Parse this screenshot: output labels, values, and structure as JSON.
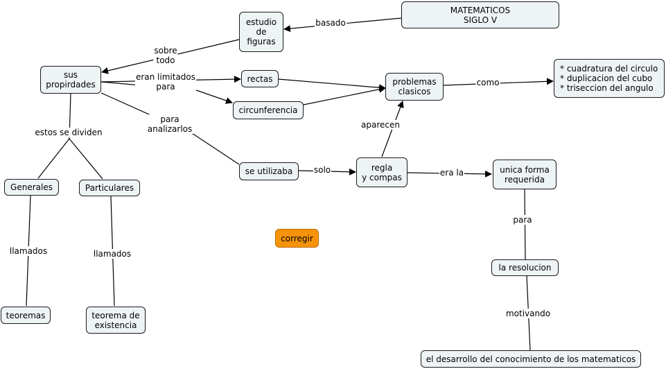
{
  "nodes": {
    "matematicos": "MATEMATICOS\nSIGLO V",
    "estudio": "estudio\nde\nfiguras",
    "propiedades": "sus\npropirdades",
    "rectas": "rectas",
    "circunferencia": "circunferencia",
    "problemas": "problemas\nclasicos",
    "lista": "* cuadratura del circulo\n* duplicacion del cubo\n* triseccion del angulo",
    "utilizaba": "se utilizaba",
    "regla": "regla\ny compas",
    "unica": "unica forma\nrequerida",
    "resolucion": "la resolucion",
    "desarrollo": "el desarrollo del conocimiento de los matematicos",
    "generales": "Generales",
    "particulares": "Particulares",
    "teoremas": "teoremas",
    "existencia": "teorema de\nexistencia",
    "corregir": "corregir"
  },
  "links": {
    "basado": "basado",
    "sobre_todo": "sobre\ntodo",
    "eran_limitados": "eran limitados\npara",
    "para_analizarlos": "para\nanalizarlos",
    "estos_se_dividen": "estos se dividen",
    "como": "como",
    "aparecen": "aparecen",
    "solo": "solo",
    "era_la": "era la",
    "para": "para",
    "motivando": "motivando",
    "llamados_1": "llamados",
    "llamados_2": "llamados"
  },
  "colors": {
    "node_fill": "#eef3f6",
    "highlight": "#f7930a",
    "line": "#000000"
  }
}
